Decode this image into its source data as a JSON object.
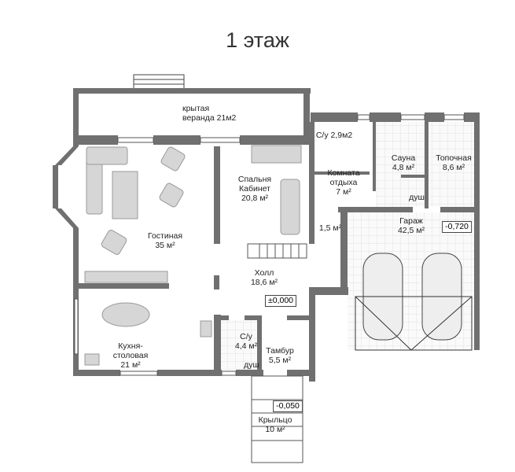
{
  "title": "1 этаж",
  "rooms": {
    "veranda": [
      "крытая",
      "веранда 21м2"
    ],
    "wc_small": "С/у 2,9м2",
    "sauna": [
      "Сауна",
      "4,8 м²"
    ],
    "boiler": [
      "Топочная",
      "8,6 м²"
    ],
    "bedroom": [
      "Спальня",
      "Кабинет",
      "20,8 м²"
    ],
    "rest": [
      "Комната",
      "отдыха",
      "7 м²"
    ],
    "shower_top": "душ",
    "corridor": "1,5 м²",
    "garage": [
      "Гараж",
      "42,5 м²"
    ],
    "living": [
      "Гостиная",
      "35 м²"
    ],
    "hall": [
      "Холл",
      "18,6 м²"
    ],
    "kitchen": [
      "Кухня-",
      "столовая",
      "21  м²"
    ],
    "wc": [
      "С/у",
      "4,4 м²"
    ],
    "shower_bottom": "душ",
    "vestibule": [
      "Тамбур",
      "5,5 м²"
    ],
    "porch": [
      "Крыльцо",
      "10 м²"
    ]
  },
  "levels": {
    "garage": "-0,720",
    "hall": "±0,000",
    "porch": "-0,050"
  },
  "colors": {
    "wall": "#707070",
    "tile": "#e6e6e6",
    "furniture": "#d4d4d4"
  }
}
